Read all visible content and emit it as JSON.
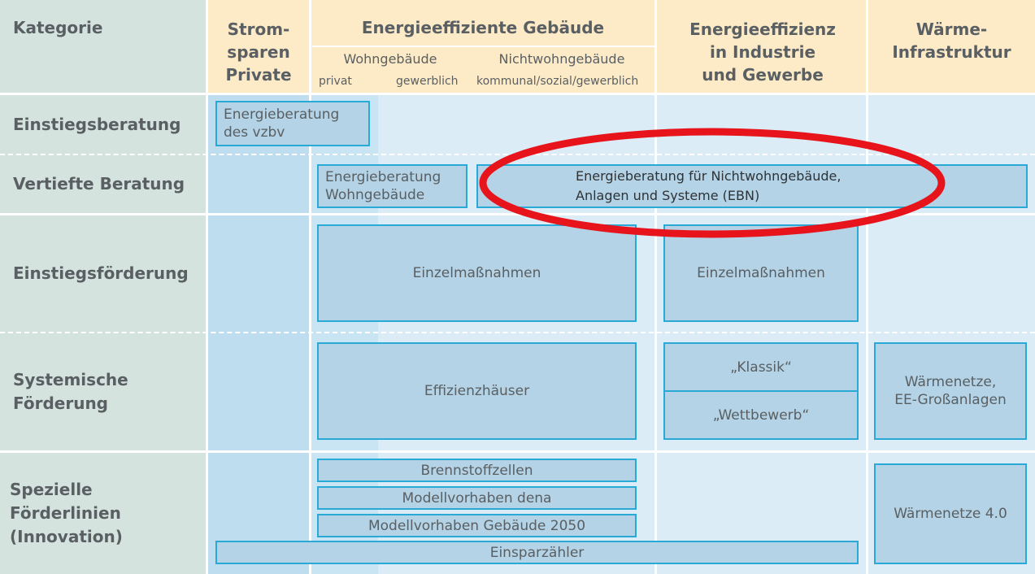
{
  "header": {
    "kategorie": "Kategorie",
    "strom": "Strom-\nsparen\nPrivate",
    "gebaeude": "Energieeffiziente Gebäude",
    "wohn": "Wohngebäude",
    "nichtwohn": "Nichtwohngebäude",
    "privat": "privat",
    "gewerblich": "gewerblich",
    "kommunal": "kommunal/sozial/gewerblich",
    "industrie": "Energieeffizienz\nin Industrie\nund Gewerbe",
    "waerme": "Wärme-\nInfrastruktur"
  },
  "categories": [
    "Einstiegsberatung",
    "Vertiefte Beratung",
    "Einstiegsförderung",
    "Systemische\nFörderung",
    "Spezielle Förderlinien\n(Innovation)"
  ],
  "boxes": {
    "vzbv": "Energieberatung\ndes vzbv",
    "wohngebaeude": "Energieberatung\nWohngebäude",
    "ebn": "Energieberatung für Nichtwohngebäude,\nAnlagen und Systeme (EBN)",
    "einzel1": "Einzelmaßnahmen",
    "einzel2": "Einzelmaßnahmen",
    "effizienz": "Effizienzhäuser",
    "klassik": "„Klassik“",
    "wettbewerb": "„Wettbewerb“",
    "waermenetze": "Wärmenetze,\nEE-Großanlagen",
    "brennstoff": "Brennstoffzellen",
    "dena": "Modellvorhaben dena",
    "gebaeude2050": "Modellvorhaben Gebäude 2050",
    "einspar": "Einsparzähler",
    "waerme40": "Wärmenetze 4.0"
  },
  "colors": {
    "header": "#fdebc8",
    "category": "#d5e3de",
    "box_fill": "#b4d3e6",
    "box_border": "#29a9d5",
    "highlight": "#e8141b"
  }
}
